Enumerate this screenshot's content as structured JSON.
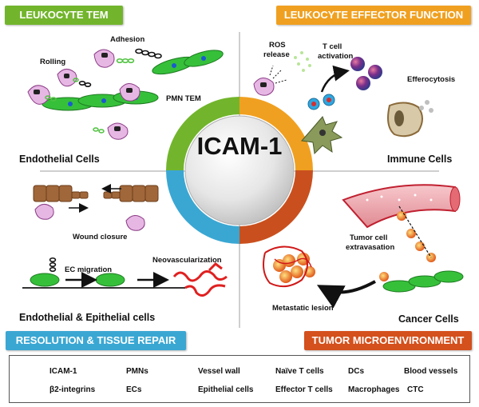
{
  "banners": {
    "top_left": "LEUKOCYTE TEM",
    "top_right": "LEUKOCYTE EFFECTOR FUNCTION",
    "bottom_left": "RESOLUTION  & TISSUE REPAIR",
    "bottom_right": "TUMOR MICROENVIRONMENT"
  },
  "center_label": "ICAM-1",
  "section_titles": {
    "endothelial": "Endothelial  Cells",
    "immune": "Immune  Cells",
    "endo_epi": "Endothelial & Epithelial cells",
    "cancer": "Cancer Cells"
  },
  "labels": {
    "rolling": "Rolling",
    "adhesion": "Adhesion",
    "pmn_tem": "PMN TEM",
    "ros_line1": "ROS",
    "ros_line2": "release",
    "tcell_line1": "T cell",
    "tcell_line2": "activation",
    "efferocytosis": "Efferocytosis",
    "wound_closure": "Wound closure",
    "ec_migration": "EC migration",
    "neovascularization": "Neovascularization",
    "tumor_line1": "Tumor cell",
    "tumor_line2": "extravasation",
    "metastatic": "Metastatic lesion"
  },
  "legend": {
    "icam1": "ICAM-1",
    "pmns": "PMNs",
    "vessel_wall": "Vessel wall",
    "naive_t": "Naïve T cells",
    "dcs": "DCs",
    "blood_vessels": "Blood vessels",
    "b2_integrins": "β2-integrins",
    "ecs": "ECs",
    "epithelial": "Epithelial cells",
    "effector_t": "Effector T cells",
    "macrophages": "Macrophages",
    "ctc": "CTC"
  },
  "colors": {
    "green": "#72b52c",
    "orange": "#f0a020",
    "blue": "#3aa7d3",
    "red_orange": "#d4501c",
    "pmn_pink": "#e7b7e4",
    "ec_green": "#36c03a",
    "integrin_green": "#8fe07a"
  }
}
